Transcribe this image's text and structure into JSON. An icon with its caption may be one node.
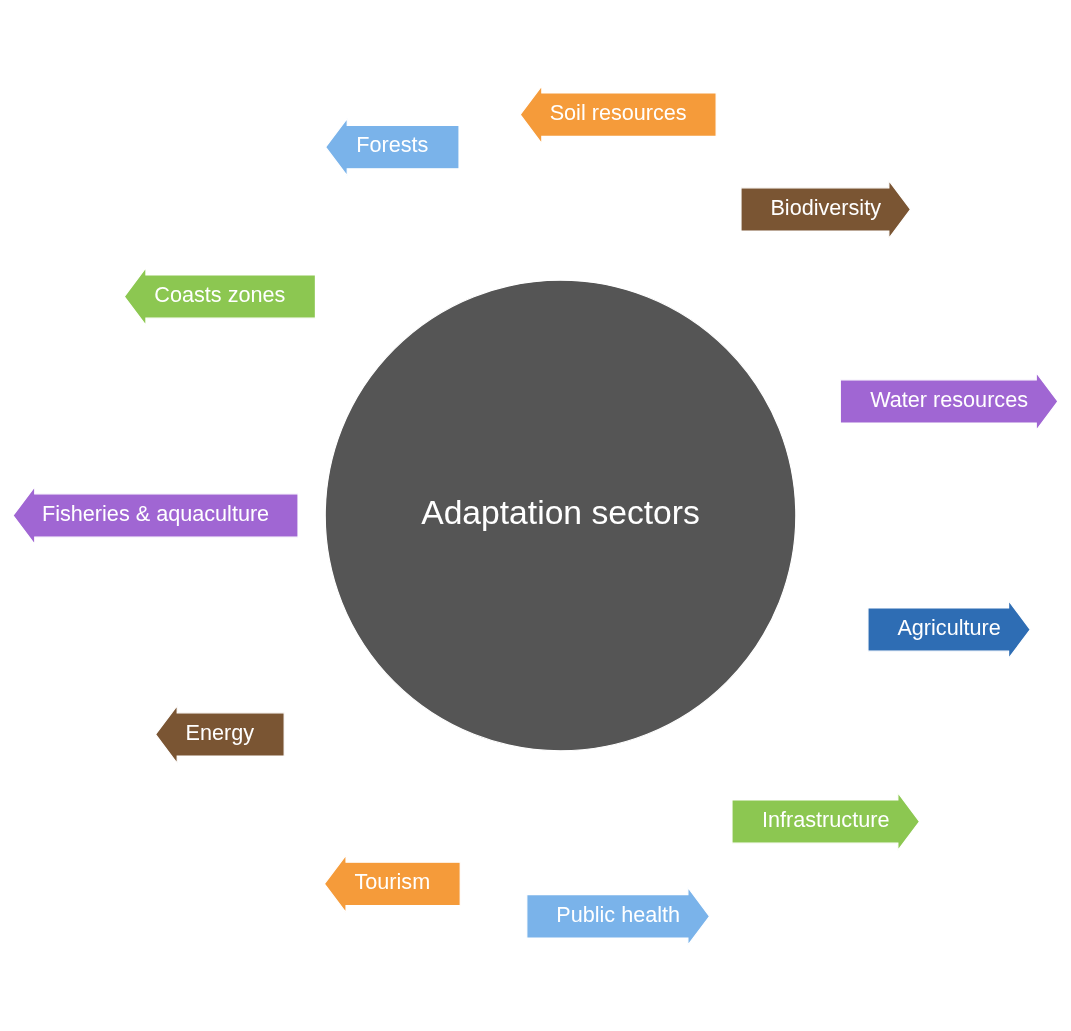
{
  "diagram": {
    "nodes": [
      {
        "text": [
          "Adaptation sectors"
        ]
      },
      {
        "text": [
          "Water resources"
        ]
      },
      {
        "text": [
          "Biodiversity"
        ]
      },
      {
        "text": [
          "Soil resources"
        ]
      },
      {
        "text": [
          "Forests"
        ]
      },
      {
        "text": [
          "Coasts zones"
        ]
      },
      {
        "text": [
          "Fisheries & aquaculture"
        ]
      },
      {
        "text": [
          "Energy"
        ]
      },
      {
        "text": [
          "Tourism"
        ]
      },
      {
        "text": [
          "Public health"
        ]
      },
      {
        "text": [
          "Infrastructure"
        ]
      },
      {
        "text": [
          "Agriculture"
        ]
      }
    ]
  }
}
